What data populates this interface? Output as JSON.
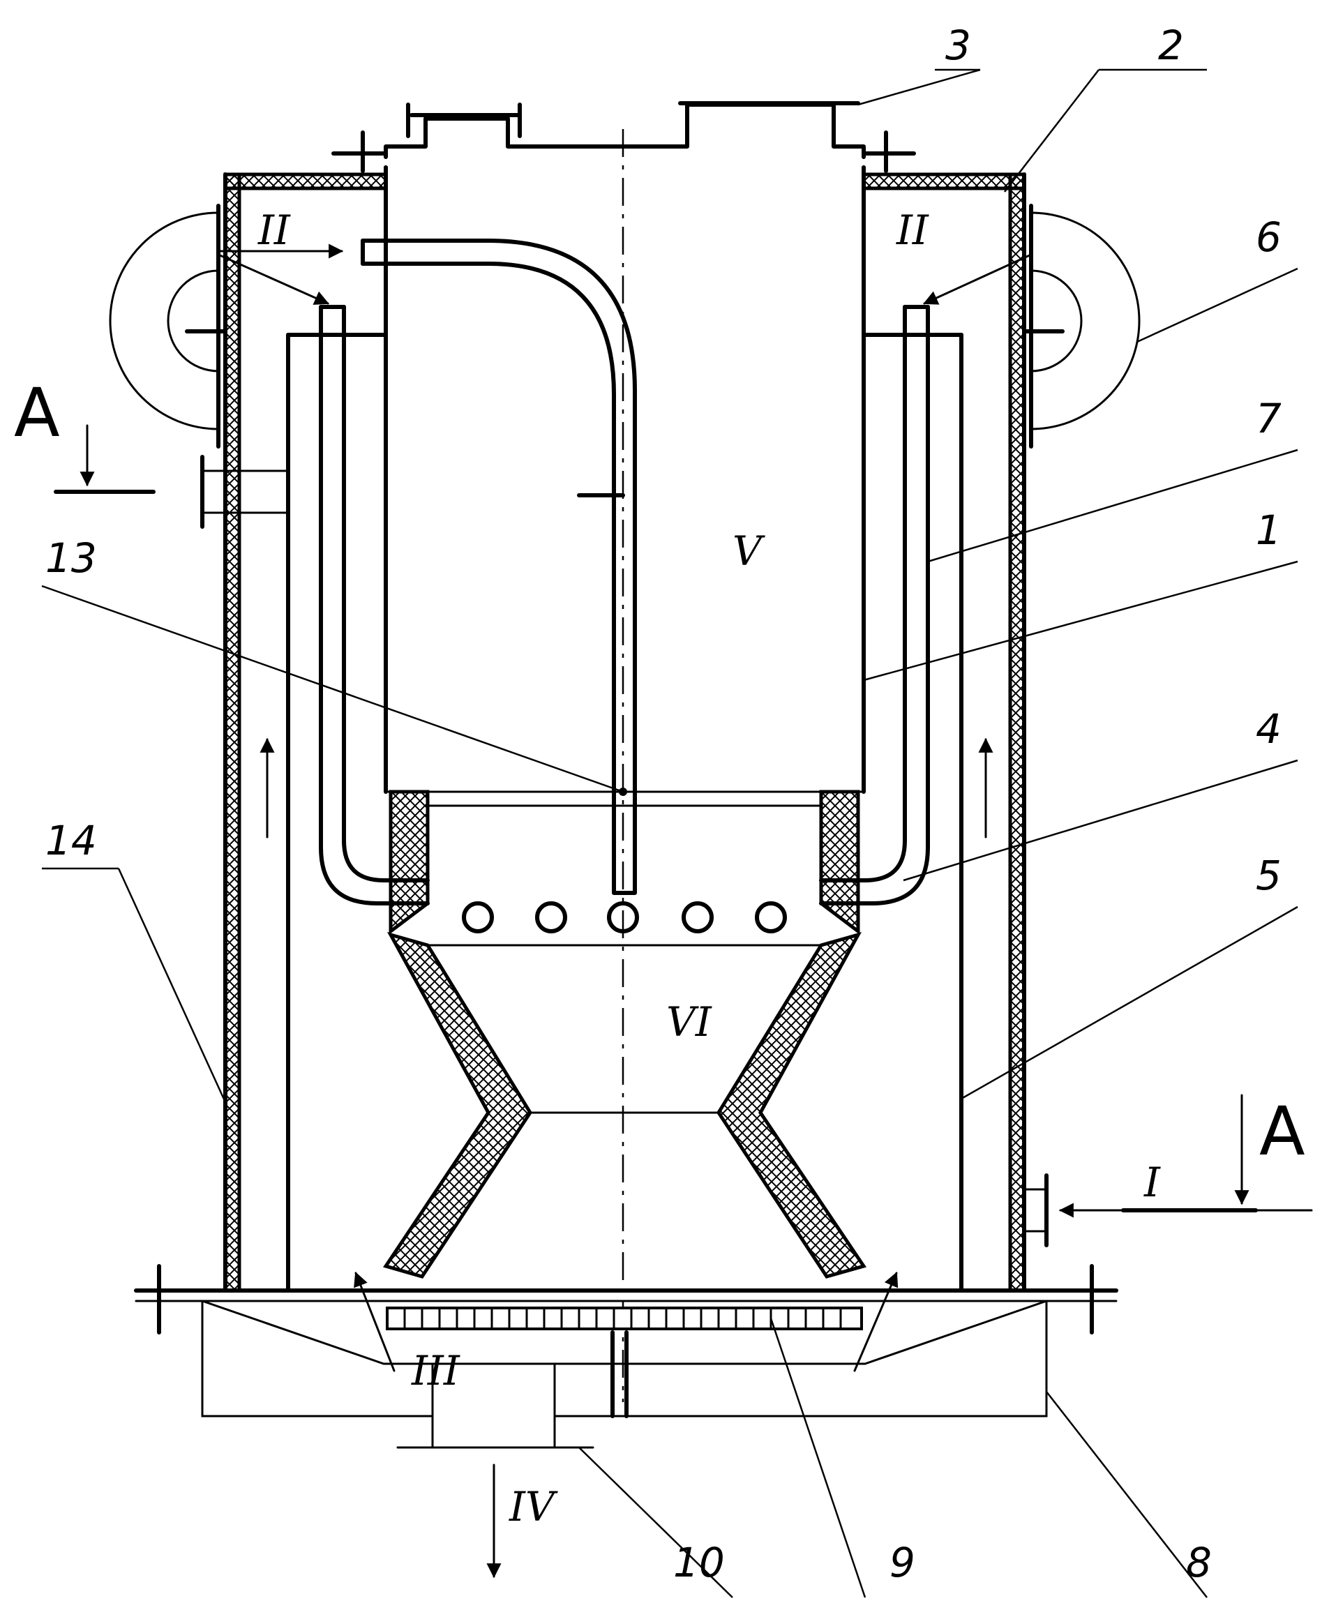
{
  "section_mark": "A",
  "flows": {
    "I": "I",
    "II": "II",
    "III": "III",
    "IV": "IV",
    "V": "V",
    "VI": "VI"
  },
  "parts": [
    "1",
    "2",
    "3",
    "4",
    "5",
    "6",
    "7",
    "8",
    "9",
    "10",
    "13",
    "14"
  ],
  "colors": {
    "ink": "#000000",
    "paper": "#ffffff"
  }
}
